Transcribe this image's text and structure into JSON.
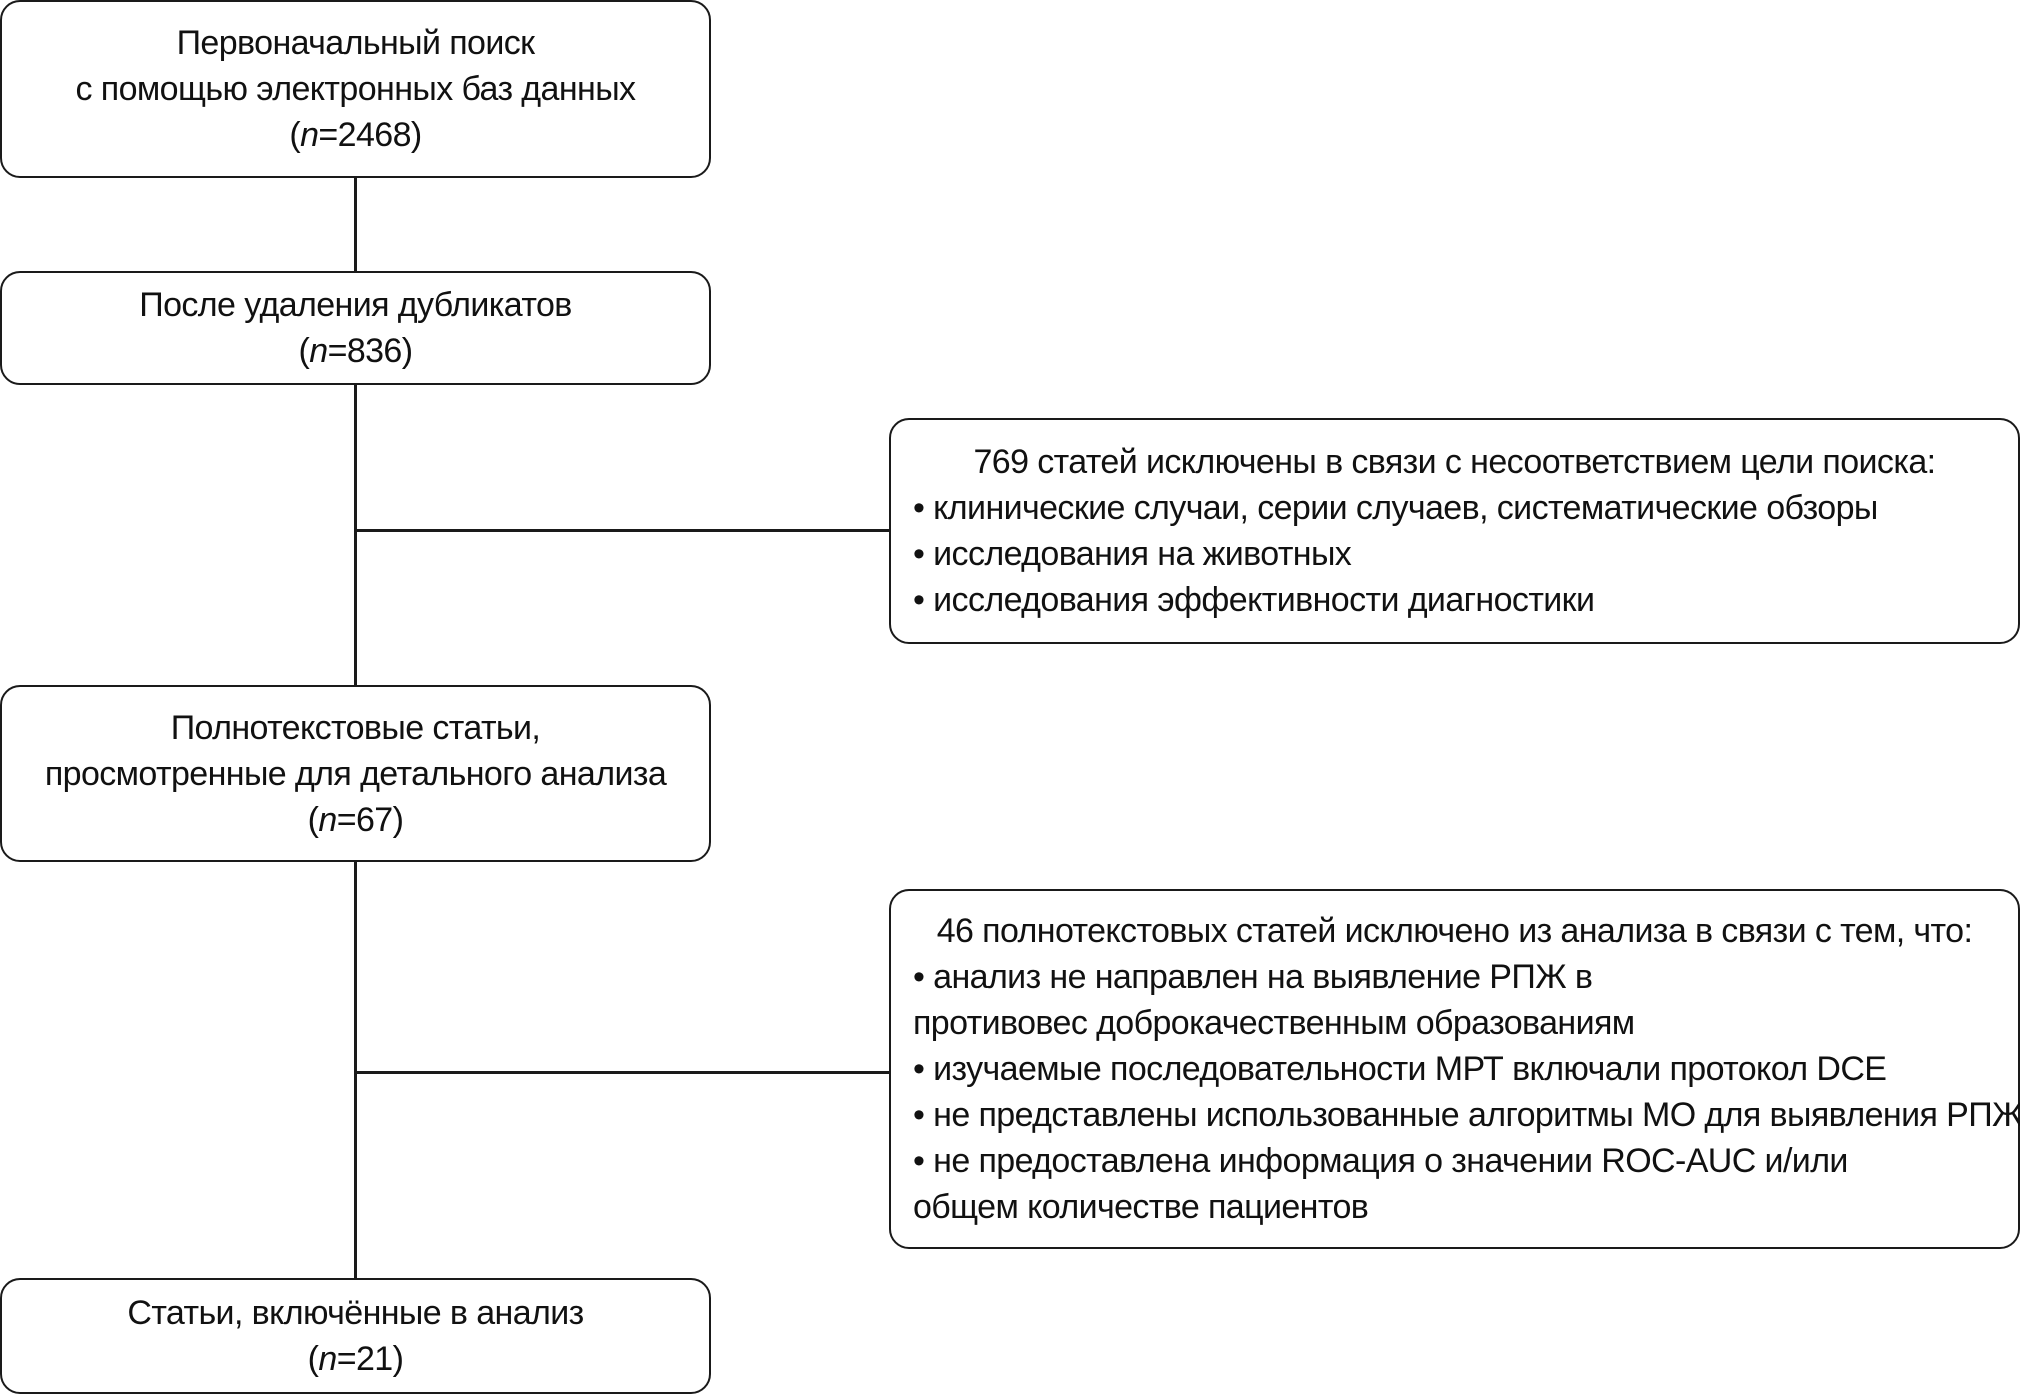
{
  "flow": {
    "box1": {
      "lines": [
        "Первоначальный поиск",
        "с помощью электронных баз данных"
      ],
      "n_label": "n",
      "n_value": "=2468"
    },
    "box2": {
      "lines": [
        "После удаления дубликатов"
      ],
      "n_label": "n",
      "n_value": "=836"
    },
    "box3": {
      "lines": [
        "Полнотекстовые статьи,",
        "просмотренные для детального анализа"
      ],
      "n_label": "n",
      "n_value": "=67"
    },
    "box4": {
      "lines": [
        "Статьи, включённые в анализ"
      ],
      "n_label": "n",
      "n_value": "=21"
    }
  },
  "exclusions": {
    "first": {
      "heading": "769 статей исключены в связи с несоответствием цели поиска:",
      "items": [
        "• клинические случаи, серии случаев, систематические обзоры",
        "• исследования на животных",
        "• исследования эффективности диагностики"
      ]
    },
    "second": {
      "heading": "46 полнотекстовых статей исключено из анализа в связи с тем, что:",
      "items": [
        "• анализ не направлен на выявление РПЖ в противовес доброкачественным образованиям",
        "• изучаемые последовательности МРТ включали протокол DCE",
        "• не представлены использованные алгоритмы МО для выявления РПЖ",
        "• не предоставлена информация о значении ROC-AUC и/или общем количестве пациентов"
      ]
    }
  }
}
